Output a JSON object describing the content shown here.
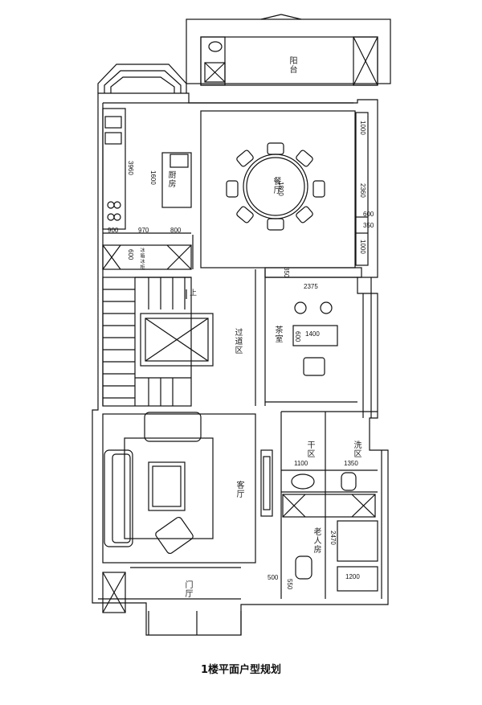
{
  "rooms": {
    "balcony": "阳台",
    "dining": "餐厅",
    "kitchen": "厨房",
    "corridor": "过道区",
    "tea_room": "茶室",
    "living": "客厅",
    "dry_zone": "干区",
    "wash_zone": "洗区",
    "elder_room": "老人房",
    "entrance": "门厅",
    "stair_up": "上",
    "cabinet_note": "冰箱冰柜"
  },
  "dimensions": {
    "kitchen_len": "3960",
    "island_len": "1600",
    "k_900": "900",
    "k_970": "970",
    "k_800": "800",
    "k_600": "600",
    "table": "1800",
    "d_1000a": "1000",
    "d_2360": "2360",
    "d_600": "600",
    "d_350": "350",
    "d_1000b": "1000",
    "d_350b": "350",
    "tea_width": "2375",
    "tea_table": "1400",
    "tea_600": "600",
    "b_1100": "1100",
    "b_1350": "1350",
    "e_2470": "2470",
    "e_500": "500",
    "e_550": "550",
    "e_1200": "1200"
  },
  "caption": "1楼平面户型规划"
}
